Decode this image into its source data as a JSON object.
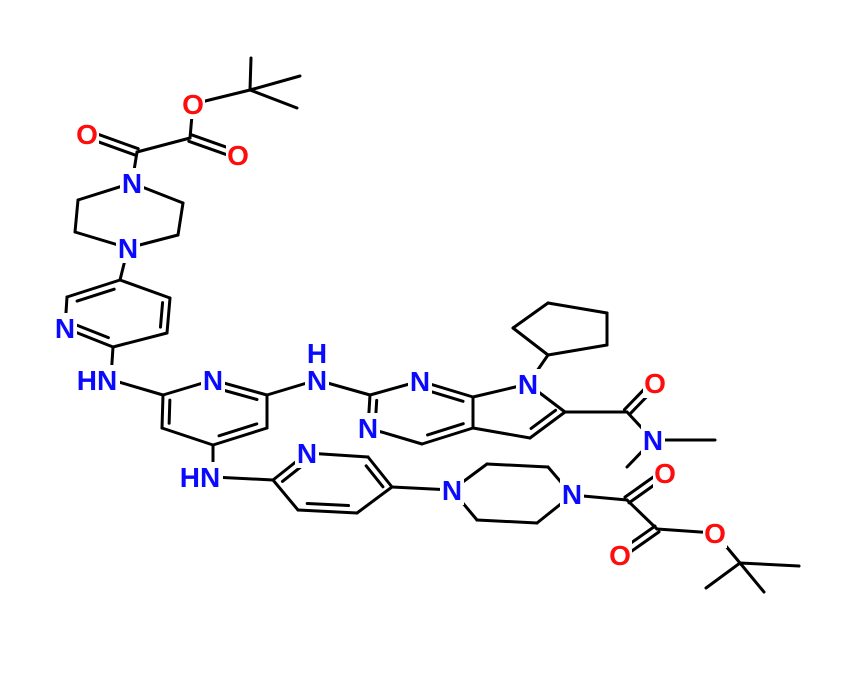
{
  "molecule": {
    "atom_labels": [
      {
        "text": "O",
        "element": "O"
      },
      {
        "text": "O",
        "element": "O"
      },
      {
        "text": "O",
        "element": "O"
      },
      {
        "text": "N",
        "element": "N"
      },
      {
        "text": "N",
        "element": "N"
      },
      {
        "text": "N",
        "element": "N"
      },
      {
        "text": "HN",
        "element": "N"
      },
      {
        "text": "N",
        "element": "N"
      },
      {
        "text": "H",
        "element": "N"
      },
      {
        "text": "N",
        "element": "N"
      },
      {
        "text": "N",
        "element": "N"
      },
      {
        "text": "N",
        "element": "N"
      },
      {
        "text": "N",
        "element": "N"
      },
      {
        "text": "O",
        "element": "O"
      },
      {
        "text": "N",
        "element": "N"
      },
      {
        "text": "HN",
        "element": "N"
      },
      {
        "text": "N",
        "element": "N"
      },
      {
        "text": "N",
        "element": "N"
      },
      {
        "text": "N",
        "element": "N"
      },
      {
        "text": "O",
        "element": "O"
      },
      {
        "text": "O",
        "element": "O"
      },
      {
        "text": "O",
        "element": "O"
      }
    ]
  },
  "colors": {
    "O": "#ff0d0d",
    "N": "#0a0aff",
    "bond": "#000000"
  }
}
